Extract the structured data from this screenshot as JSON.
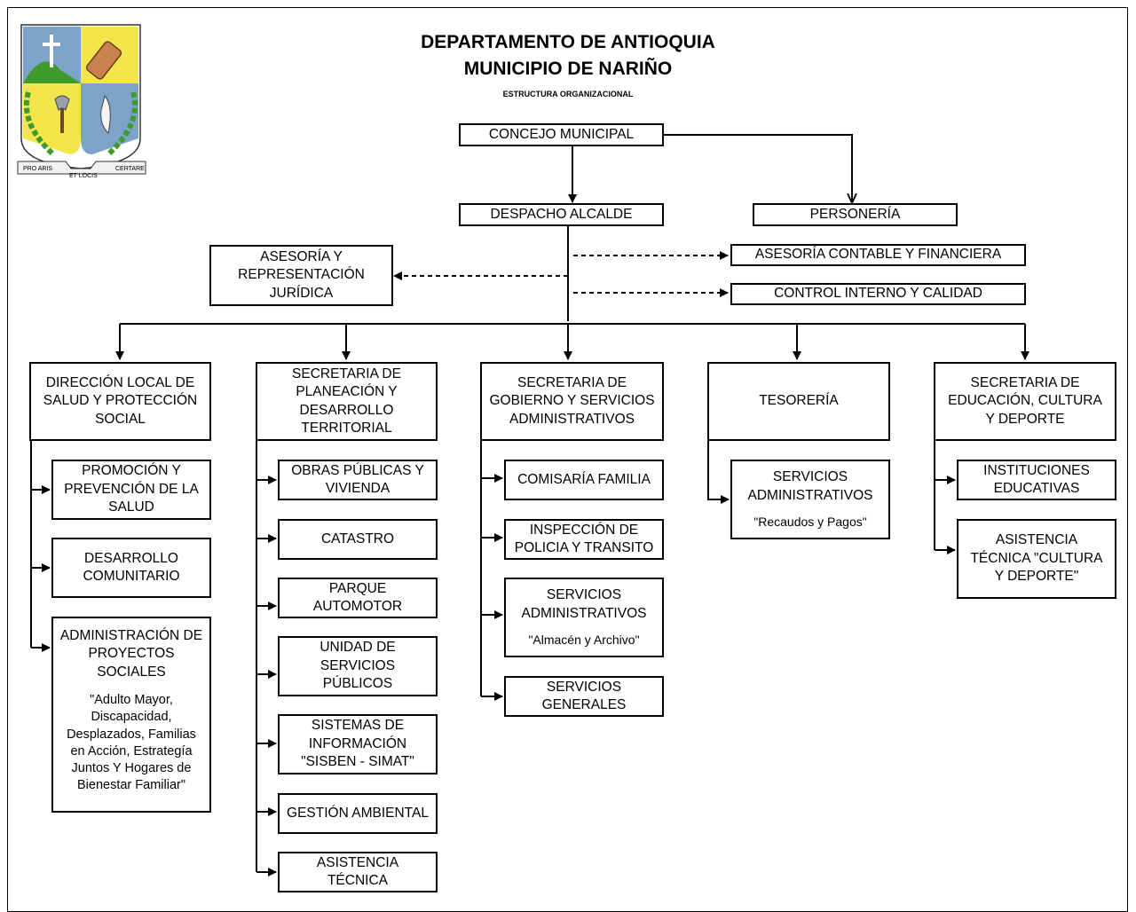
{
  "header": {
    "department": "DEPARTAMENTO DE ANTIOQUIA",
    "municipality": "MUNICIPIO DE NARIÑO",
    "subtitle": "ESTRUCTURA ORGANIZACIONAL"
  },
  "logo": {
    "motto_left": "PRO ARIS",
    "motto_right": "CERTARE",
    "motto_bottom": "ET LOCIS"
  },
  "nodes": {
    "concejo": "CONCEJO MUNICIPAL",
    "alcalde": "DESPACHO ALCALDE",
    "personeria": "PERSONERÍA",
    "juridica": "ASESORÍA Y\nREPRESENTACIÓN\nJURÍDICA",
    "contable": "ASESORÍA CONTABLE Y FINANCIERA",
    "control": "CONTROL INTERNO Y CALIDAD",
    "salud": "DIRECCIÓN LOCAL DE\nSALUD Y PROTECCIÓN\nSOCIAL",
    "planeacion": "SECRETARIA DE\nPLANEACIÓN Y\nDESARROLLO\nTERRITORIAL",
    "gobierno": "SECRETARIA DE\nGOBIERNO Y SERVICIOS\nADMINISTRATIVOS",
    "tesoreria": "TESORERÍA",
    "educacion": "SECRETARIA DE\nEDUCACIÓN, CULTURA\nY DEPORTE",
    "promocion": "PROMOCIÓN Y\nPREVENCIÓN DE LA\nSALUD",
    "desarrollo": "DESARROLLO\nCOMUNITARIO",
    "proyectos": "ADMINISTRACIÓN DE\nPROYECTOS\nSOCIALES",
    "proyectos_note": "\"Adulto Mayor,\nDiscapacidad,\nDesplazados, Familias\nen Acción, Estrategía\nJuntos Y Hogares de\nBienestar Familiar\"",
    "obras": "OBRAS PÚBLICAS Y\nVIVIENDA",
    "catastro": "CATASTRO",
    "parque": "PARQUE\nAUTOMOTOR",
    "servicios_publicos": "UNIDAD DE\nSERVICIOS\nPÚBLICOS",
    "sistemas": "SISTEMAS DE\nINFORMACIÓN\n\"SISBEN - SIMAT\"",
    "ambiental": "GESTIÓN AMBIENTAL",
    "asistencia": "ASISTENCIA\nTÉCNICA",
    "comisaria": "COMISARÍA FAMILIA",
    "inspeccion": "INSPECCIÓN DE\nPOLICIA Y TRANSITO",
    "serv_adm_gob": "SERVICIOS\nADMINISTRATIVOS",
    "serv_adm_gob_note": "\"Almacén y Archivo\"",
    "serv_generales": "SERVICIOS\nGENERALES",
    "serv_adm_tes": "SERVICIOS\nADMINISTRATIVOS",
    "serv_adm_tes_note": "\"Recaudos y Pagos\"",
    "instituciones": "INSTITUCIONES\nEDUCATIVAS",
    "asistencia_cultura": "ASISTENCIA\nTÉCNICA \"CULTURA\nY DEPORTE\""
  },
  "colors": {
    "line": "#000000",
    "shield_blue": "#7ea3c9",
    "shield_green": "#3f9a2d",
    "shield_yellow": "#f3e64a",
    "shield_gold": "#caa24a"
  }
}
